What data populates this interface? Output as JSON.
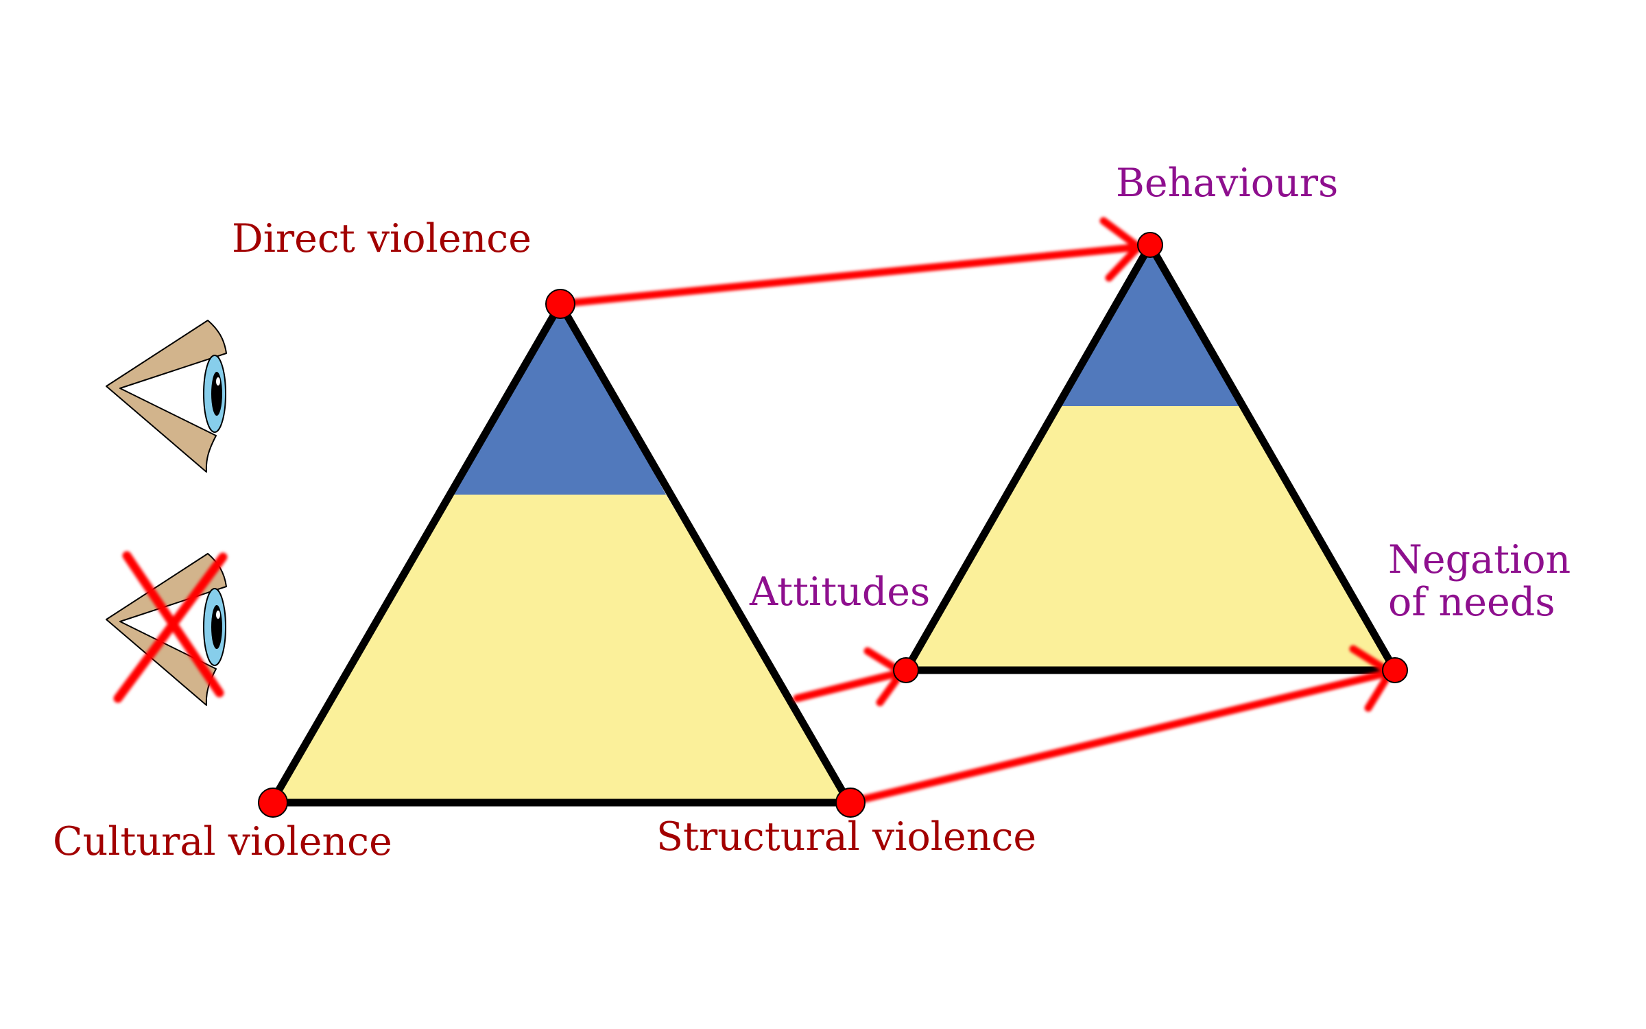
{
  "labels": {
    "direct_violence": "Direct violence",
    "cultural_violence": "Cultural violence",
    "structural_violence": "Structural violence",
    "behaviours": "Behaviours",
    "attitudes": "Attitudes",
    "negation_line1": "Negation",
    "negation_line2": "of needs"
  },
  "colors": {
    "visible_part": "#5179bc",
    "hidden_part": "#fbf09a",
    "outline": "#000000",
    "vertex_dot": "#ff0000",
    "arrow": "#ff0000",
    "violence_text": "#a20000",
    "conflict_text": "#8e0f8e",
    "eye_skin": "#d2b48c",
    "eye_iris": "#87ceeb"
  },
  "icons": {
    "visible": "eye-icon",
    "invisible": "crossed-out-eye-icon"
  }
}
